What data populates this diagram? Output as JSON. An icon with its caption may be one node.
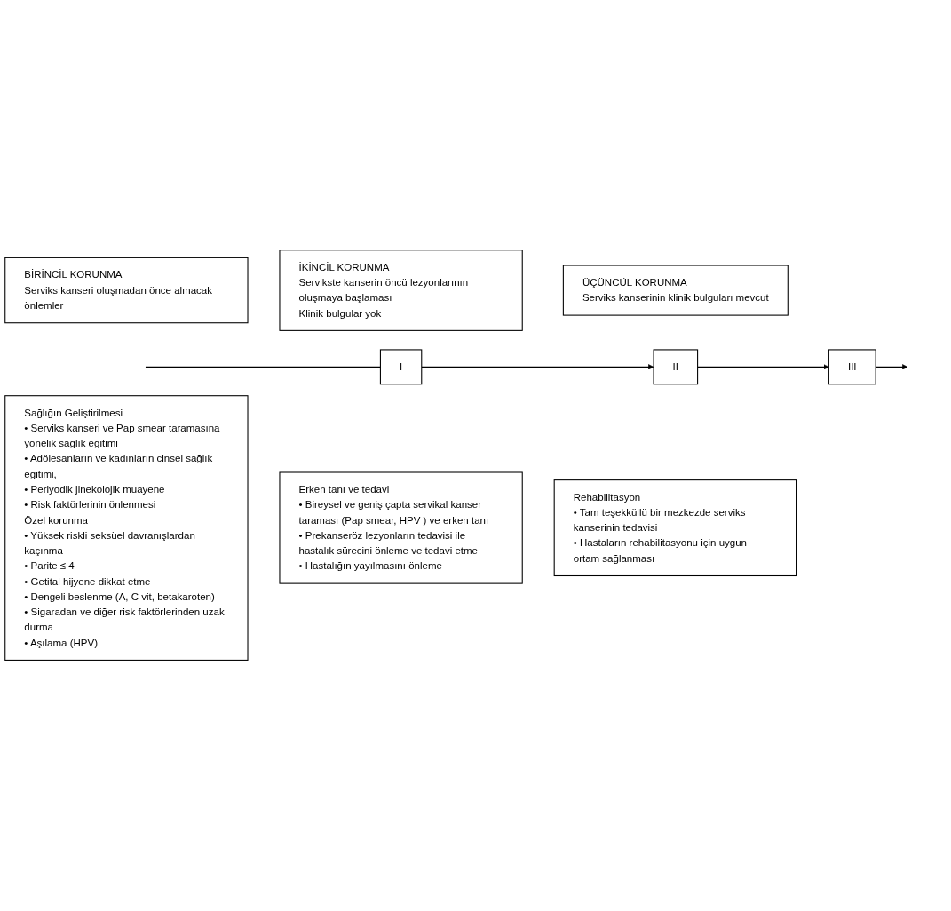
{
  "diagram": {
    "nodes": [
      {
        "text": [
          "BİRİNCİL KORUNMA",
          "Serviks kanseri oluşmadan önce alınacak önlemler"
        ]
      },
      {
        "text": [
          "İKİNCİL KORUNMA",
          "Servikste kanserin öncü lezyonlarının oluşmaya başlaması",
          "Klinik bulgular yok"
        ]
      },
      {
        "text": [
          "ÜÇÜNCÜL KORUNMA",
          "Serviks kanserinin klinik bulguları mevcut"
        ]
      },
      {
        "text": [
          "I"
        ]
      },
      {
        "text": [
          "II"
        ]
      },
      {
        "text": [
          "III"
        ]
      },
      {
        "text": [
          "Sağlığın Geliştirilmesi",
          "• Serviks kanseri ve Pap smear taramasına yönelik sağlık eğitimi",
          "• Adölesanların ve kadınların cinsel sağlık eğitimi,",
          "• Periyodik jinekolojik muayene",
          "• Risk faktörlerinin önlenmesi",
          "Özel korunma",
          "• Yüksek riskli seksüel davranışlardan kaçınma",
          "• Parite ≤ 4",
          "• Getital hijyene dikkat etme",
          "• Dengeli beslenme (A, C vit, betakaroten)",
          "• Sigaradan ve diğer risk faktörlerinden uzak durma",
          "• Aşılama (HPV)"
        ]
      },
      {
        "text": [
          "Erken tanı ve tedavi",
          "• Bireysel ve geniş çapta servikal kanser taraması (Pap smear, HPV ) ve erken tanı",
          "• Prekanseröz lezyonların tedavisi ile hastalık sürecini önleme ve tedavi etme",
          "• Hastalığın yayılmasını önleme"
        ]
      },
      {
        "text": [
          "Rehabilitasyon",
          "• Tam teşekküllü bir mezkezde serviks kanserinin tedavisi",
          "• Hastaların rehabilitasyonu için uygun ortam sağlanması"
        ]
      }
    ],
    "edges": [
      {
        "from": null,
        "to": 3,
        "arrow": "none"
      },
      {
        "from": 3,
        "to": 4,
        "arrow": "to"
      },
      {
        "from": 4,
        "to": 5,
        "arrow": "to"
      },
      {
        "from": 5,
        "to": null,
        "arrow": "to"
      }
    ]
  }
}
